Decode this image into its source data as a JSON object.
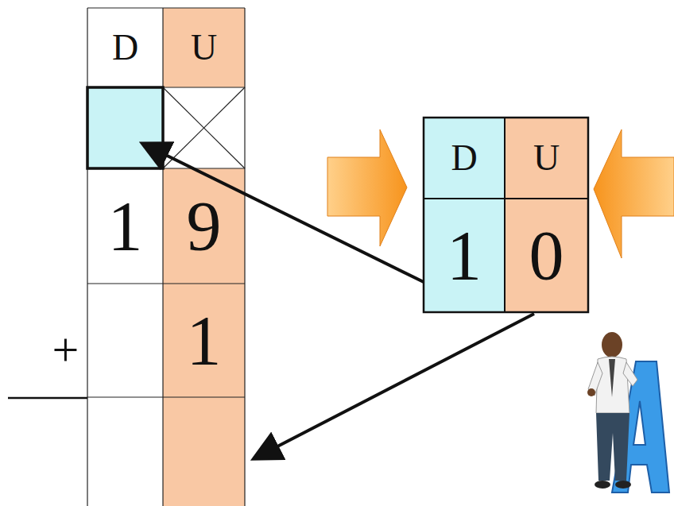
{
  "diagram": {
    "labels": [
      "D",
      "U",
      "1",
      "9",
      "+",
      "1",
      "D",
      "U",
      "1",
      "0"
    ]
  }
}
